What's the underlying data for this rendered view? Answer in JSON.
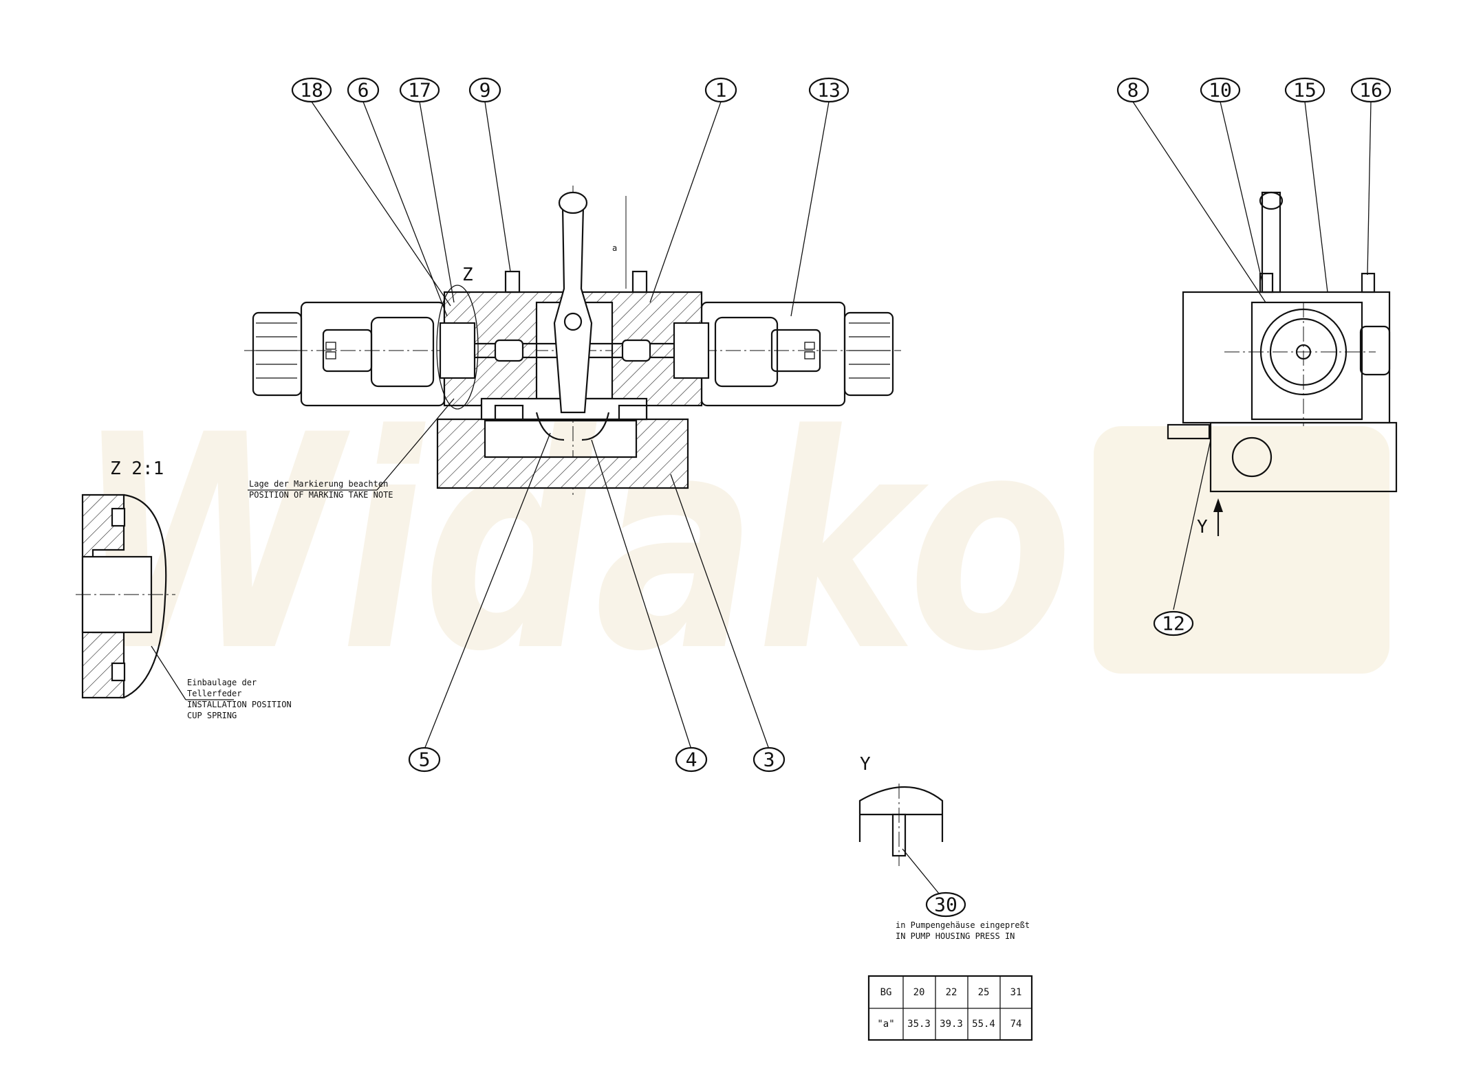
{
  "watermark": "Widako",
  "balloons": [
    {
      "id": "b18",
      "label": "18"
    },
    {
      "id": "b6",
      "label": "6"
    },
    {
      "id": "b17",
      "label": "17"
    },
    {
      "id": "b9",
      "label": "9"
    },
    {
      "id": "b1",
      "label": "1"
    },
    {
      "id": "b13",
      "label": "13"
    },
    {
      "id": "b8",
      "label": "8"
    },
    {
      "id": "b10",
      "label": "10"
    },
    {
      "id": "b15",
      "label": "15"
    },
    {
      "id": "b16",
      "label": "16"
    },
    {
      "id": "b12",
      "label": "12"
    },
    {
      "id": "b5",
      "label": "5"
    },
    {
      "id": "b4",
      "label": "4"
    },
    {
      "id": "b3",
      "label": "3"
    },
    {
      "id": "b30",
      "label": "30"
    }
  ],
  "views": {
    "z_marker": "Z",
    "detail_z_title": "Z 2:1",
    "y_marker": "Y",
    "y_view_title": "Y",
    "dim_a": "a"
  },
  "notes": {
    "marking_de": "Lage der Markierung beachten",
    "marking_en": "POSITION OF MARKING TAKE NOTE",
    "spring_de_1": "Einbaulage der",
    "spring_de_2": "Tellerfeder",
    "spring_en_1": "INSTALLATION POSITION",
    "spring_en_2": "CUP SPRING",
    "press_de": "in Pumpengehäuse eingepreßt",
    "press_en": "IN PUMP HOUSING PRESS IN"
  },
  "table": {
    "rows": [
      [
        "BG",
        "20",
        "22",
        "25",
        "31"
      ],
      [
        "\"a\"",
        "35.3",
        "39.3",
        "55.4",
        "74"
      ]
    ]
  }
}
